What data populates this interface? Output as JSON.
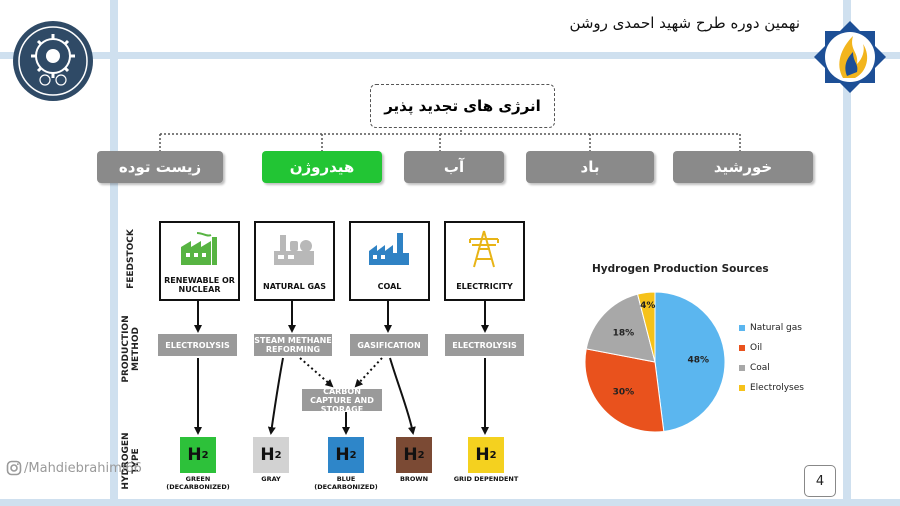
{
  "header": {
    "title": "نهمین دوره طرح شهید احمدی روشن"
  },
  "tree": {
    "root": "انرژی های تجدید پذیر",
    "categories": [
      {
        "label": "زیست توده",
        "active": false
      },
      {
        "label": "هیدروژن",
        "active": true
      },
      {
        "label": "آب",
        "active": false
      },
      {
        "label": "باد",
        "active": false
      },
      {
        "label": "خورشید",
        "active": false
      }
    ]
  },
  "diagram": {
    "row_labels": {
      "feedstock": "FEEDSTOCK",
      "method": "PRODUCTION METHOD",
      "type": "HYDROGEN TYPE"
    },
    "feedstocks": [
      "RENEWABLE OR NUCLEAR",
      "NATURAL GAS",
      "COAL",
      "ELECTRICITY"
    ],
    "methods": [
      "ELECTROLYSIS",
      "STEAM METHANE REFORMING",
      "GASIFICATION",
      "ELECTROLYSIS"
    ],
    "ccs": "CARBON CAPTURE AND STORAGE",
    "h2_symbol": "H",
    "h2_sub": "2",
    "types": [
      {
        "label": "GREEN (DECARBONIZED)",
        "color": "#2dc13a"
      },
      {
        "label": "GRAY",
        "color": "#d2d2d2"
      },
      {
        "label": "BLUE (DECARBONIZED)",
        "color": "#2e86c9"
      },
      {
        "label": "BROWN",
        "color": "#7b4a34"
      },
      {
        "label": "GRID DEPENDENT",
        "color": "#f4d11f"
      }
    ]
  },
  "chart_data": {
    "type": "pie",
    "title": "Hydrogen Production Sources",
    "legend_position": "right",
    "slices": [
      {
        "name": "Natural gas",
        "value": 48,
        "label": "48%",
        "color": "#5bb6ef"
      },
      {
        "name": "Oil",
        "value": 30,
        "label": "30%",
        "color": "#e9521d"
      },
      {
        "name": "Coal",
        "value": 18,
        "label": "18%",
        "color": "#a8a8a8"
      },
      {
        "name": "Electrolyses",
        "value": 4,
        "label": "4%",
        "color": "#f6c21a"
      }
    ]
  },
  "footer": {
    "page_number": "4",
    "watermark": "/Mahdiebrahimi66"
  },
  "icons": [
    "university-seal-logo",
    "flame-emblem-logo",
    "factory-icon",
    "gas-plant-icon",
    "coal-plant-icon",
    "power-tower-icon",
    "instagram-icon"
  ]
}
